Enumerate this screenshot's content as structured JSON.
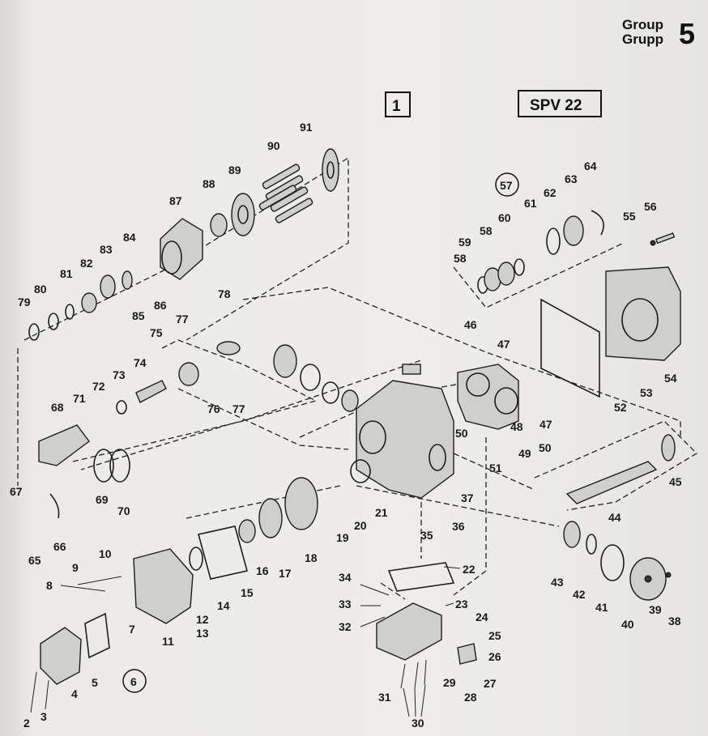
{
  "group": {
    "label_en": "Group",
    "label_se": "Grupp",
    "number": "5"
  },
  "section_box": "1",
  "model_box": "SPV 22",
  "subassembly_circles": [
    "57",
    "6"
  ],
  "callouts": [
    "2",
    "3",
    "4",
    "5",
    "6",
    "7",
    "8",
    "9",
    "10",
    "11",
    "12",
    "13",
    "14",
    "15",
    "16",
    "17",
    "18",
    "19",
    "20",
    "21",
    "22",
    "23",
    "24",
    "25",
    "26",
    "27",
    "28",
    "29",
    "30",
    "31",
    "32",
    "33",
    "34",
    "35",
    "36",
    "37",
    "38",
    "39",
    "40",
    "41",
    "42",
    "43",
    "44",
    "45",
    "46",
    "47",
    "48",
    "49",
    "50",
    "51",
    "52",
    "53",
    "54",
    "55",
    "56",
    "57",
    "58",
    "59",
    "60",
    "61",
    "62",
    "63",
    "64",
    "65",
    "66",
    "67",
    "68",
    "69",
    "70",
    "71",
    "72",
    "73",
    "74",
    "75",
    "76",
    "77",
    "78",
    "79",
    "80",
    "81",
    "82",
    "83",
    "84",
    "85",
    "86",
    "87",
    "88",
    "89",
    "90",
    "91"
  ]
}
